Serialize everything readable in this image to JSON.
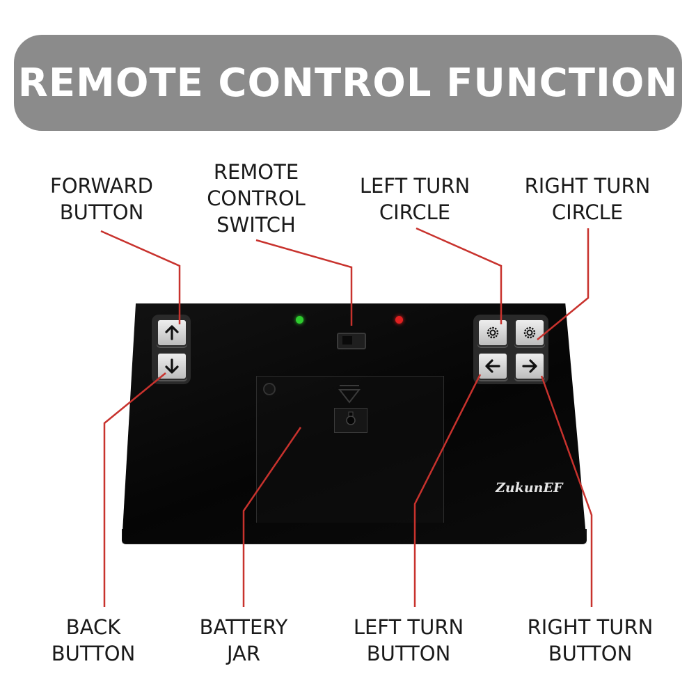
{
  "banner": {
    "title": "REMOTE CONTROL FUNCTION"
  },
  "labels": {
    "forward": [
      "FORWARD",
      "BUTTON"
    ],
    "switch": [
      "REMOTE",
      "CONTROL",
      "SWITCH"
    ],
    "left_circle": [
      "LEFT TURN",
      "CIRCLE"
    ],
    "right_circle": [
      "RIGHT TURN",
      "CIRCLE"
    ],
    "back": [
      "BACK",
      "BUTTON"
    ],
    "battery": [
      "BATTERY",
      "JAR"
    ],
    "left_button": [
      "LEFT TURN",
      "BUTTON"
    ],
    "right_button": [
      "RIGHT TURN",
      "BUTTON"
    ]
  },
  "device": {
    "brand": "ZukunEF",
    "buttons": {
      "forward_icon": "arrow-up-icon",
      "back_icon": "arrow-down-icon",
      "left_circle_icon": "gear-icon",
      "right_circle_icon": "gear-icon",
      "left_icon": "arrow-left-icon",
      "right_icon": "arrow-right-icon"
    },
    "led_left_color": "#2ecc2e",
    "led_right_color": "#e02020"
  },
  "colors": {
    "banner": "#8b8b8b",
    "leader": "#c8322d"
  }
}
